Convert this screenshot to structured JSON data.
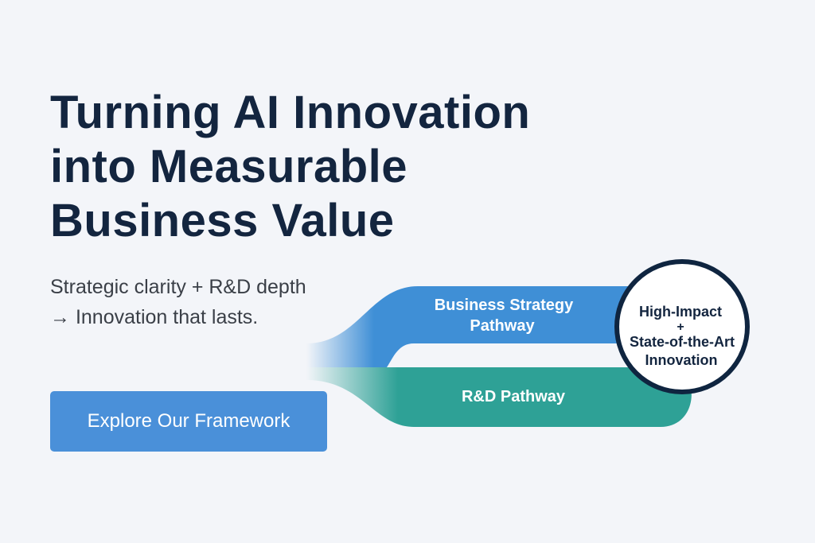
{
  "headline": {
    "line1": "Turning AI Innovation",
    "line2": "into Measurable",
    "line3": "Business Value"
  },
  "subtitle": {
    "line1": "Strategic clarity + R&D depth",
    "line2": "→ Innovation that lasts."
  },
  "cta": {
    "label": "Explore Our Framework"
  },
  "diagram": {
    "pathway_business": {
      "line1": "Business Strategy",
      "line2": "Pathway",
      "color": "#3f8fd6"
    },
    "pathway_rd": {
      "label": "R&D Pathway",
      "color": "#2ea196"
    },
    "outcome": {
      "line1": "High-Impact",
      "line2": "+",
      "line3": "State-of-the-Art",
      "line4": "Innovation",
      "border_color": "#0f2540"
    }
  }
}
